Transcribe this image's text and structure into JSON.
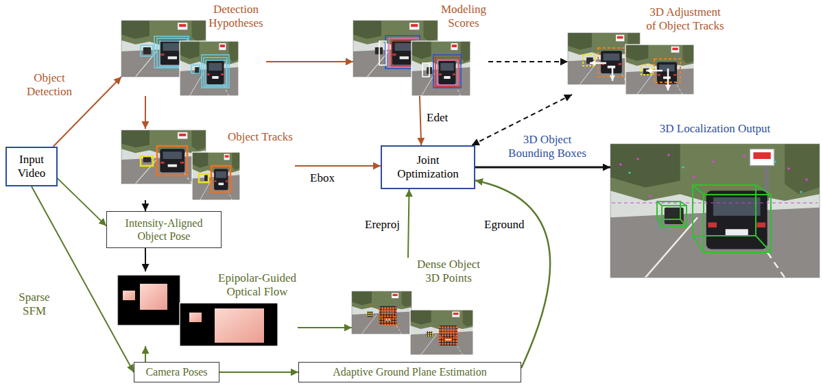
{
  "diagram": {
    "nodes": [
      {
        "text": [
          "Input Video"
        ]
      },
      {
        "text": [
          "Detection Hypotheses"
        ]
      },
      {
        "text": [
          "Modeling Scores"
        ]
      },
      {
        "text": [
          "3D Adjustment of Object Tracks"
        ]
      },
      {
        "text": [
          "Object Tracks"
        ]
      },
      {
        "text": [
          "Joint Optimization"
        ]
      },
      {
        "text": [
          "3D Localization Output"
        ]
      },
      {
        "text": [
          "Intensity-Aligned Object Pose"
        ]
      },
      {
        "text": [
          "Epipolar-Guided Optical Flow"
        ]
      },
      {
        "text": [
          "Dense Object 3D Points"
        ]
      },
      {
        "text": [
          "Camera Poses"
        ]
      },
      {
        "text": [
          "Adaptive Ground Plane Estimation"
        ]
      }
    ],
    "edges": [
      {
        "from": 0,
        "to": 1,
        "arrow": "to",
        "label": "Object Detection"
      },
      {
        "from": 1,
        "to": 2,
        "arrow": "to"
      },
      {
        "from": 1,
        "to": 4,
        "arrow": "to"
      },
      {
        "from": 2,
        "to": 3,
        "arrow": "to"
      },
      {
        "from": 2,
        "to": 5,
        "arrow": "to",
        "label": "Edet"
      },
      {
        "from": 3,
        "to": 5,
        "arrow": "both"
      },
      {
        "from": 4,
        "to": 5,
        "arrow": "to",
        "label": "Ebox"
      },
      {
        "from": 5,
        "to": 6,
        "arrow": "to",
        "label": "3D Object Bounding Boxes"
      },
      {
        "from": 0,
        "to": 7,
        "arrow": "to"
      },
      {
        "from": 4,
        "to": 7,
        "arrow": "to"
      },
      {
        "from": 7,
        "to": 8,
        "arrow": "to"
      },
      {
        "from": 0,
        "to": 10,
        "arrow": "to",
        "label": "Sparse SFM"
      },
      {
        "from": 10,
        "to": 8,
        "arrow": "to"
      },
      {
        "from": 10,
        "to": 11,
        "arrow": "to"
      },
      {
        "from": 8,
        "to": 9,
        "arrow": "to"
      },
      {
        "from": 9,
        "to": 5,
        "arrow": "to",
        "label": "Ereproj"
      },
      {
        "from": 11,
        "to": 5,
        "arrow": "to",
        "label": "Eground"
      }
    ]
  }
}
